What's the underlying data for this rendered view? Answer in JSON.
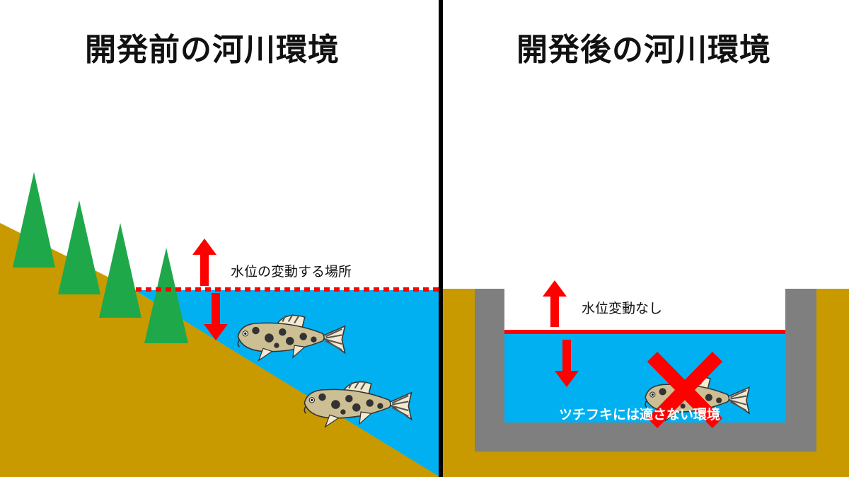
{
  "left_panel": {
    "title": "開発前の河川環境",
    "water_label": "水位の変動する場所"
  },
  "right_panel": {
    "title": "開発後の河川環境",
    "water_label": "水位変動なし",
    "bottom_label": "ツチフキには適さない環境"
  },
  "colors": {
    "ground": "#c89a00",
    "water": "#00b0f0",
    "tree": "#1fa84a",
    "arrow": "#ff0000",
    "concrete": "#7f7f7f",
    "divider": "#000000"
  },
  "icons": [
    "up-arrow-icon",
    "down-arrow-icon",
    "fish-icon",
    "cross-icon",
    "tree-icon"
  ]
}
